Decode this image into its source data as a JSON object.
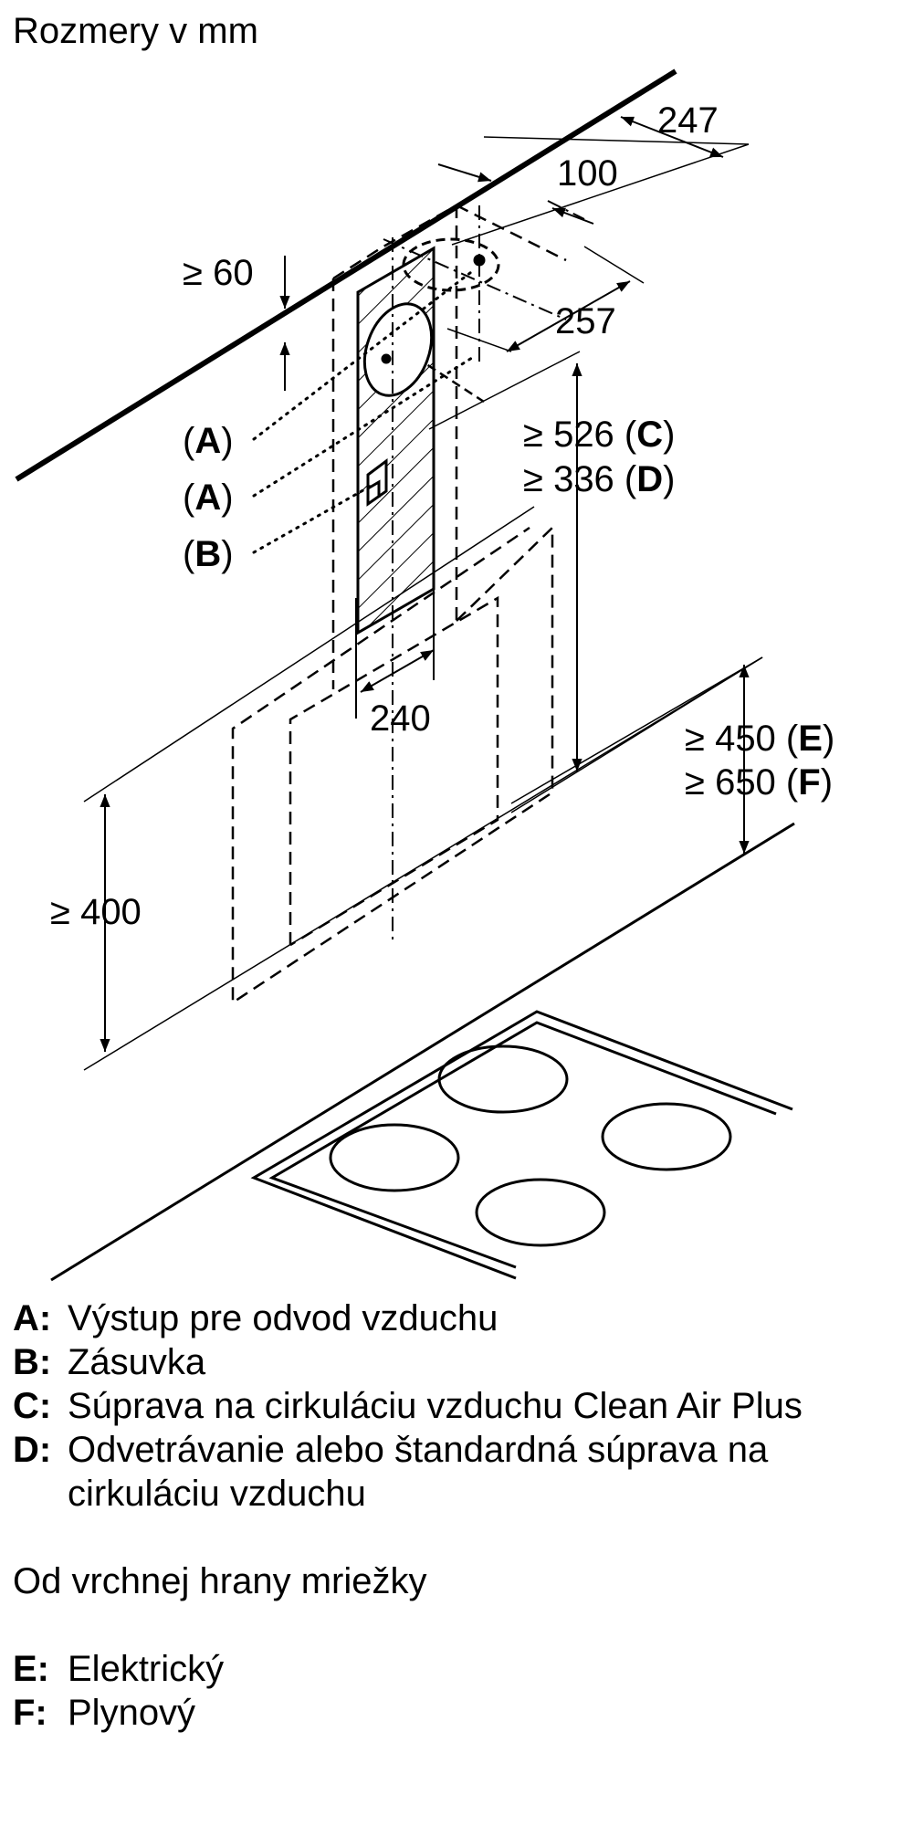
{
  "title": "Rozmery v mm",
  "dimensions": {
    "d247": "247",
    "d100": "100",
    "d60": "≥ 60",
    "d257": "257",
    "d526": "≥ 526",
    "d336": "≥ 336",
    "d240": "240",
    "d450": "≥ 450",
    "d650": "≥ 650",
    "d400": "≥ 400"
  },
  "markers": {
    "a": "A",
    "b": "B",
    "c": "C",
    "d": "D",
    "e": "E",
    "f": "F"
  },
  "legend": {
    "a": {
      "key": "A:",
      "text": "Výstup pre odvod vzduchu"
    },
    "b": {
      "key": "B:",
      "text": "Zásuvka"
    },
    "c": {
      "key": "C:",
      "text": "Súprava na cirkuláciu vzduchu Clean Air Plus"
    },
    "d": {
      "key": "D:",
      "text": "Odvetrávanie alebo štandardná súprava na cirkuláciu vzduchu"
    },
    "note": "Od vrchnej hrany mriežky",
    "e": {
      "key": "E:",
      "text": "Elektrický"
    },
    "f": {
      "key": "F:",
      "text": "Plynový"
    }
  }
}
